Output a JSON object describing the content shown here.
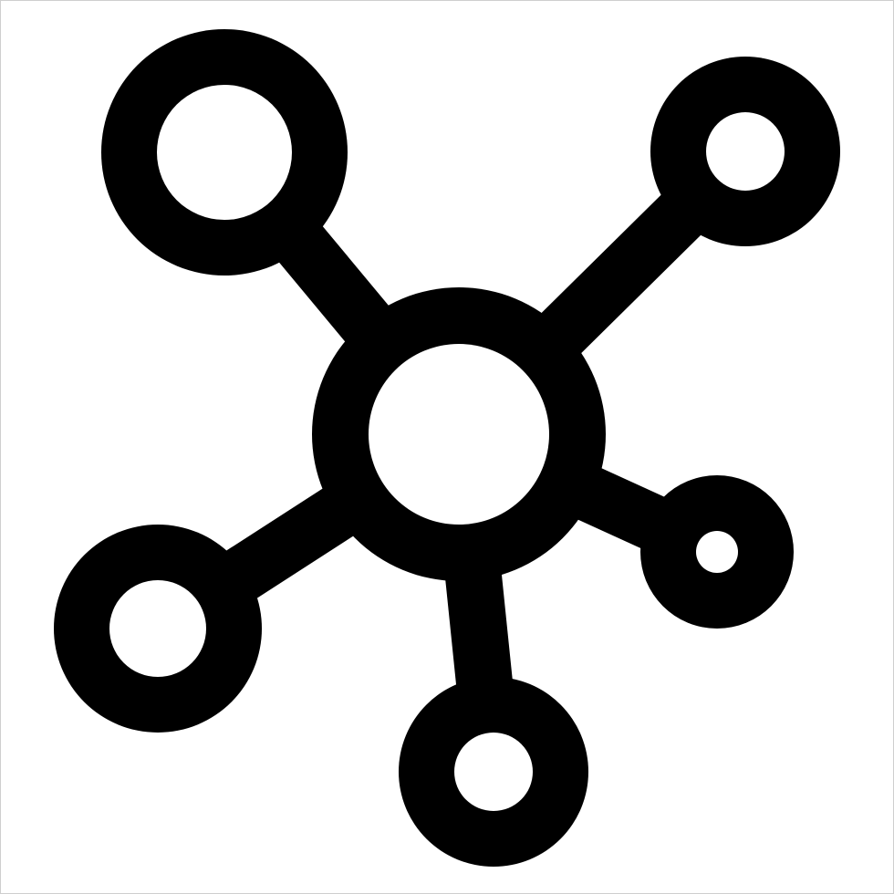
{
  "icon": {
    "name": "network-hub-icon",
    "description_visible_text": "",
    "colors": {
      "stroke": "#000000",
      "background": "#ffffff"
    },
    "nodes": {
      "center": "hub-node",
      "satellites": [
        "top-left-node",
        "top-right-node",
        "right-node",
        "bottom-node",
        "bottom-left-node"
      ]
    }
  }
}
